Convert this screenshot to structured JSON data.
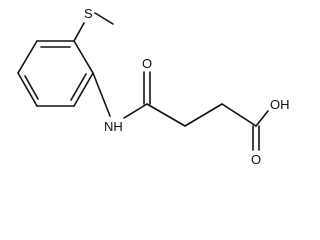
{
  "structure": {
    "atoms": {
      "sulfur": "S",
      "amide_nitrogen": "NH",
      "amide_oxygen": "O",
      "acid_hydroxyl": "OH",
      "acid_carbonyl_oxygen": "O"
    }
  }
}
